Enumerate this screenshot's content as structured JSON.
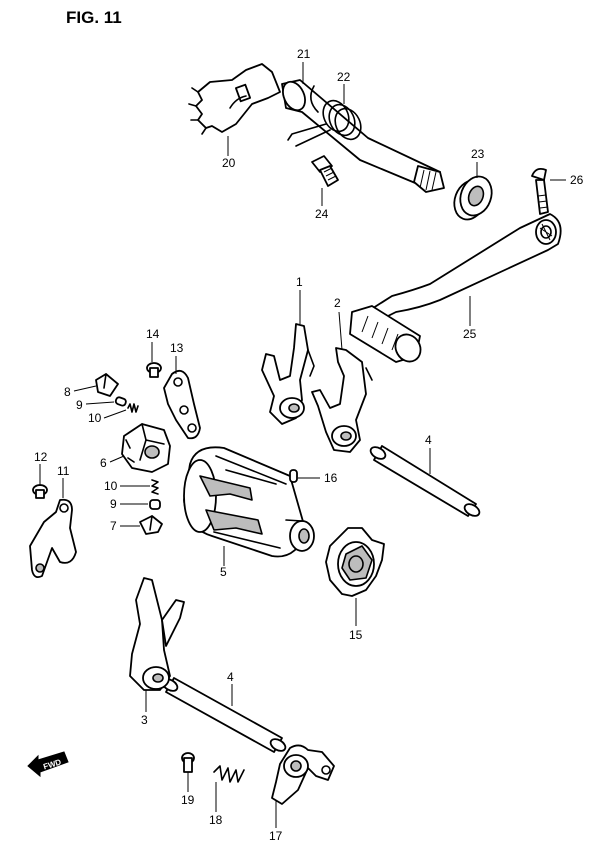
{
  "figure": {
    "title": "FIG. 11"
  },
  "fwd_marker": {
    "text": "FWD"
  },
  "callouts": [
    {
      "id": "20",
      "label": "20"
    },
    {
      "id": "21",
      "label": "21"
    },
    {
      "id": "22",
      "label": "22"
    },
    {
      "id": "23",
      "label": "23"
    },
    {
      "id": "24",
      "label": "24"
    },
    {
      "id": "26",
      "label": "26"
    },
    {
      "id": "25",
      "label": "25"
    },
    {
      "id": "1",
      "label": "1"
    },
    {
      "id": "2",
      "label": "2"
    },
    {
      "id": "14",
      "label": "14"
    },
    {
      "id": "13",
      "label": "13"
    },
    {
      "id": "8",
      "label": "8"
    },
    {
      "id": "9a",
      "label": "9"
    },
    {
      "id": "10a",
      "label": "10"
    },
    {
      "id": "6",
      "label": "6"
    },
    {
      "id": "4a",
      "label": "4"
    },
    {
      "id": "12",
      "label": "12"
    },
    {
      "id": "11",
      "label": "11"
    },
    {
      "id": "16",
      "label": "16"
    },
    {
      "id": "10b",
      "label": "10"
    },
    {
      "id": "9b",
      "label": "9"
    },
    {
      "id": "7",
      "label": "7"
    },
    {
      "id": "5",
      "label": "5"
    },
    {
      "id": "15",
      "label": "15"
    },
    {
      "id": "4b",
      "label": "4"
    },
    {
      "id": "3",
      "label": "3"
    },
    {
      "id": "19",
      "label": "19"
    },
    {
      "id": "18",
      "label": "18"
    },
    {
      "id": "17",
      "label": "17"
    }
  ]
}
